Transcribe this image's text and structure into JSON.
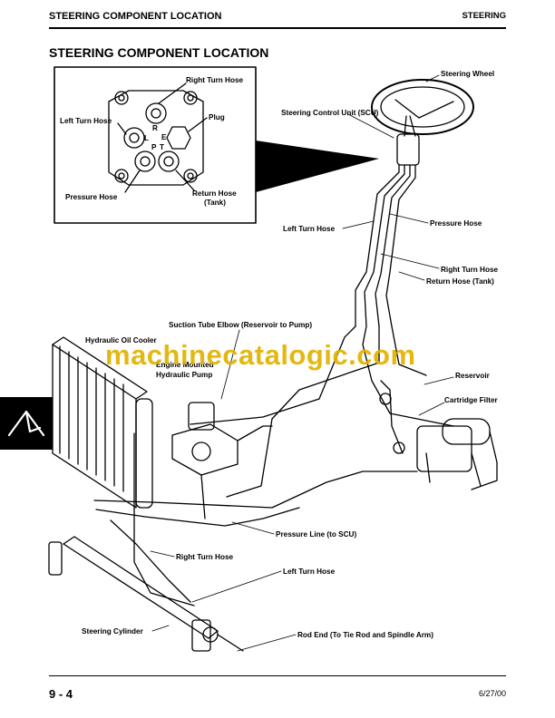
{
  "header": {
    "left": "STEERING COMPONENT LOCATION",
    "right": "STEERING"
  },
  "title": "STEERING COMPONENT LOCATION",
  "inset": {
    "port_letters": [
      "R",
      "L",
      "E",
      "P",
      "T"
    ],
    "labels": {
      "right_turn": "Right Turn Hose",
      "left_turn": "Left Turn Hose",
      "plug": "Plug",
      "pressure": "Pressure Hose",
      "return_1": "Return Hose",
      "return_2": "(Tank)"
    }
  },
  "callouts": {
    "steering_wheel": "Steering Wheel",
    "scu": "Steering Control Unit (SCU)",
    "left_turn_upper": "Left Turn Hose",
    "pressure_hose": "Pressure Hose",
    "right_turn_upper": "Right Turn Hose",
    "return_hose": "Return Hose (Tank)",
    "suction_tube": "Suction Tube Elbow (Reservoir to Pump)",
    "oil_cooler": "Hydraulic Oil Cooler",
    "engine_mount": "Engine Mounted",
    "hydraulic_pump": "Hydraulic Pump",
    "reservoir": "Reservoir",
    "cartridge_filter": "Cartridge Filter",
    "pressure_line": "Pressure Line (to SCU)",
    "right_turn_lower": "Right Turn Hose",
    "left_turn_lower": "Left Turn Hose",
    "steering_cylinder": "Steering Cylinder",
    "rod_end": "Rod End (To Tie Rod and Spindle Arm)"
  },
  "watermark": "machinecatalogic.com",
  "footer": {
    "page": "9 - 4",
    "date": "6/27/00"
  }
}
